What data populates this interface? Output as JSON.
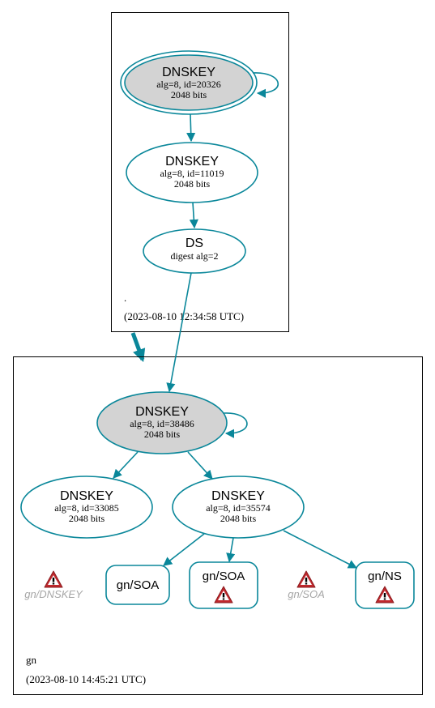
{
  "colors": {
    "edge": "#0a879a",
    "ksk_fill": "#d3d3d3",
    "warn_red": "#c0282d"
  },
  "root_zone": {
    "name": ".",
    "timestamp": "(2023-08-10 12:34:58 UTC)",
    "ksk": {
      "title": "DNSKEY",
      "line1": "alg=8, id=20326",
      "line2": "2048 bits"
    },
    "zsk": {
      "title": "DNSKEY",
      "line1": "alg=8, id=11019",
      "line2": "2048 bits"
    },
    "ds": {
      "title": "DS",
      "line1": "digest alg=2"
    }
  },
  "gn_zone": {
    "name": "gn",
    "timestamp": "(2023-08-10 14:45:21 UTC)",
    "ksk": {
      "title": "DNSKEY",
      "line1": "alg=8, id=38486",
      "line2": "2048 bits"
    },
    "key_a": {
      "title": "DNSKEY",
      "line1": "alg=8, id=33085",
      "line2": "2048 bits"
    },
    "key_b": {
      "title": "DNSKEY",
      "line1": "alg=8, id=35574",
      "line2": "2048 bits"
    },
    "warn_dnskey": "gn/DNSKEY",
    "soa1": "gn/SOA",
    "soa2": "gn/SOA",
    "warn_soa": "gn/SOA",
    "ns": "gn/NS"
  }
}
